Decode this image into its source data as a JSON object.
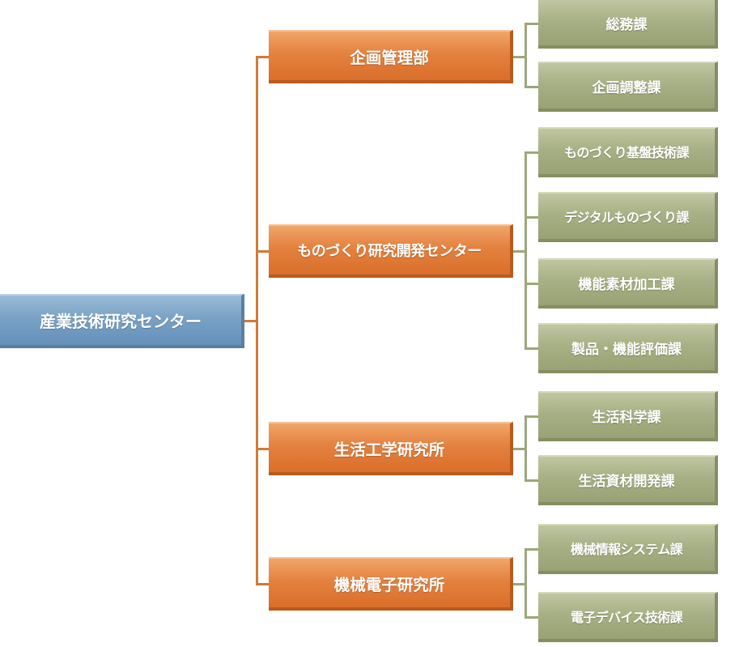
{
  "root": {
    "label": "産業技術研究センター"
  },
  "departments": [
    {
      "label": "企画管理部",
      "sections": [
        "総務課",
        "企画調整課"
      ]
    },
    {
      "label": "ものづくり研究開発センター",
      "sections": [
        "ものづくり基盤技術課",
        "デジタルものづくり課",
        "機能素材加工課",
        "製品・機能評価課"
      ]
    },
    {
      "label": "生活工学研究所",
      "sections": [
        "生活科学課",
        "生活資材開発課"
      ]
    },
    {
      "label": "機械電子研究所",
      "sections": [
        "機械情報システム課",
        "電子デバイス技術課"
      ]
    }
  ],
  "colors": {
    "root": "#7aa2c6",
    "department": "#e4813f",
    "section": "#a8b085",
    "connector_primary": "#d07a36",
    "connector_secondary": "#9ca77a",
    "text": "#ffffff"
  }
}
